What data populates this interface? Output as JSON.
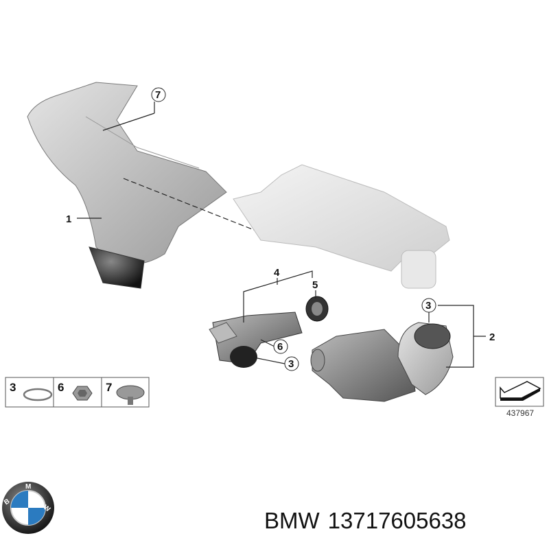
{
  "diagram": {
    "callouts": [
      "1",
      "2",
      "3",
      "3",
      "4",
      "5",
      "6",
      "7"
    ],
    "legend": [
      {
        "number": "3",
        "part": "hose-clamp"
      },
      {
        "number": "6",
        "part": "hex-nut"
      },
      {
        "number": "7",
        "part": "bolt"
      }
    ],
    "reference_number": "437967"
  },
  "caption": {
    "brand": "BMW",
    "part_number": "13717605638"
  },
  "logo": {
    "text": "BMW",
    "colors": {
      "blue": "#2b7bc0",
      "ring": "#1a1a1a"
    }
  }
}
